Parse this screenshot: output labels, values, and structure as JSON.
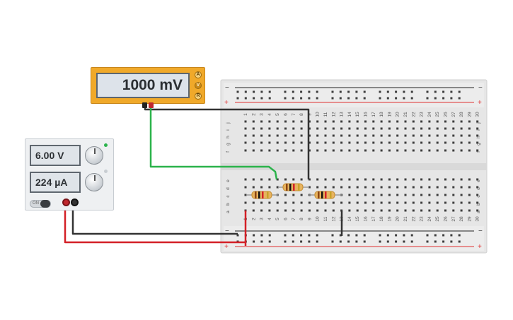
{
  "multimeter": {
    "reading": "1000 mV",
    "modes": [
      "A",
      "V",
      "R"
    ],
    "active_mode": "V"
  },
  "power_supply": {
    "voltage": "6.00 V",
    "current": "224 µA",
    "switch_label": "ON"
  },
  "breadboard": {
    "columns": 30,
    "row_letters_top": [
      "j",
      "i",
      "h",
      "g",
      "f"
    ],
    "row_letters_bottom": [
      "e",
      "d",
      "c",
      "b",
      "a"
    ],
    "rail_plus": "+",
    "rail_minus": "−"
  },
  "colors": {
    "multimeter_body": "#f0a92a",
    "wire_black": "#333333",
    "wire_red": "#d42027",
    "wire_green": "#2bb34b",
    "rail_red": "#e03030",
    "rail_black": "#222222",
    "board": "#e6e6e6"
  }
}
